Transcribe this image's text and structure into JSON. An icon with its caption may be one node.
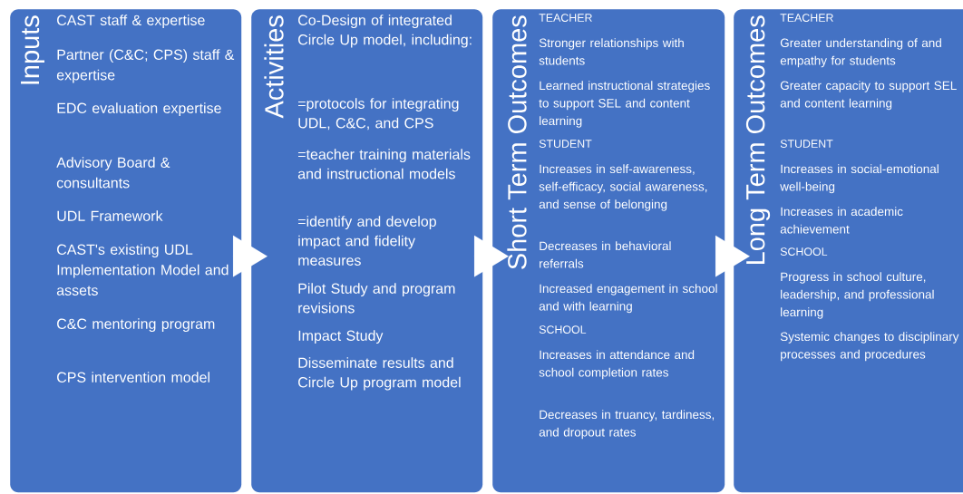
{
  "diagram": {
    "nodes": [
      {
        "text": [
          "Inputs",
          "CAST staff & expertise",
          "Partner (C&C; CPS) staff & expertise",
          "EDC evaluation expertise",
          "Advisory Board & consultants",
          "UDL Framework",
          "CAST's existing UDL Implementation Model and assets",
          "C&C mentoring program",
          "CPS intervention model"
        ]
      },
      {
        "text": [
          "Activities",
          "Co-Design of integrated Circle Up model, including:",
          "=protocols for integrating UDL, C&C, and CPS",
          "=teacher training materials and instructional models",
          "=identify and develop impact and fidelity measures",
          "Pilot Study and program revisions",
          "Impact Study",
          "Disseminate results and Circle Up program model"
        ]
      },
      {
        "text": [
          "Short Term Outcomes",
          "TEACHER",
          "Stronger relationships with students",
          "Learned instructional strategies to support SEL and content learning",
          "STUDENT",
          "Increases in self-awareness, self-efficacy, social awareness, and sense of belonging",
          "Decreases in behavioral referrals",
          "Increased engagement in school and with learning",
          "SCHOOL",
          "Increases in attendance and school completion rates",
          "Decreases in truancy, tardiness, and dropout rates"
        ]
      },
      {
        "text": [
          "Long Term Outcomes",
          "TEACHER",
          "Greater understanding of and empathy for students",
          "Greater capacity to support SEL and content learning",
          "STUDENT",
          "Increases in social-emotional well-being",
          "Increases in academic achievement",
          "SCHOOL",
          "Progress in school culture, leadership, and professional learning",
          "Systemic changes to disciplinary processes and procedures"
        ]
      }
    ],
    "edges": [
      {
        "from": 0,
        "to": 1,
        "arrow": "to"
      },
      {
        "from": 1,
        "to": 2,
        "arrow": "to"
      },
      {
        "from": 2,
        "to": 3,
        "arrow": "to"
      }
    ]
  }
}
